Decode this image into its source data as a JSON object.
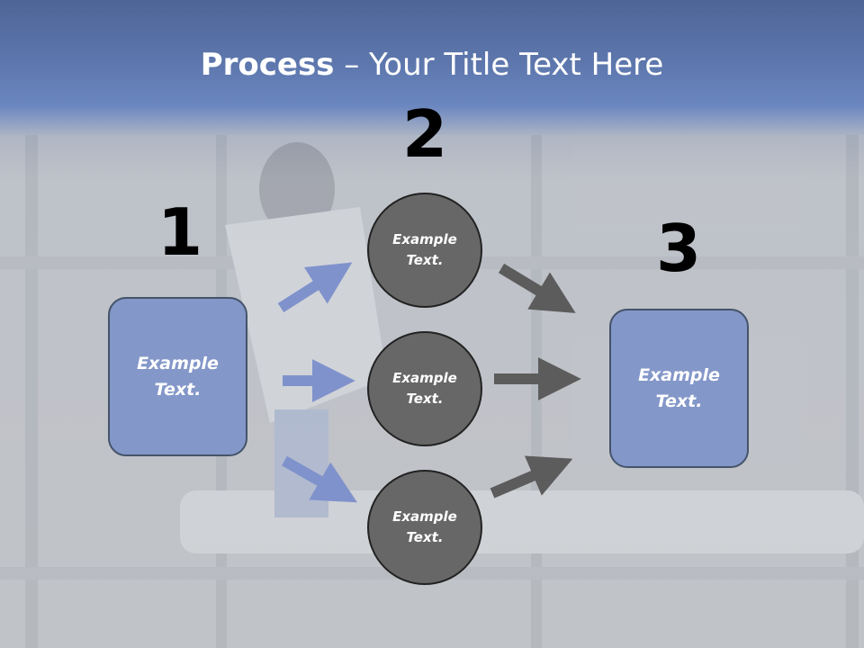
{
  "slide": {
    "title_bold": "Process",
    "title_rest": " – Your Title Text Here"
  },
  "steps": {
    "one": {
      "number": "1",
      "line1": "Example",
      "line2": "Text."
    },
    "two": {
      "number": "2"
    },
    "three": {
      "number": "3",
      "line1": "Example",
      "line2": "Text."
    }
  },
  "circles": [
    {
      "line1": "Example",
      "line2": "Text."
    },
    {
      "line1": "Example",
      "line2": "Text."
    },
    {
      "line1": "Example",
      "line2": "Text."
    }
  ],
  "colors": {
    "header_blue": "#5d77ad",
    "box_fill": "#8497c9",
    "circle_fill": "#676767",
    "blue_arrow": "#7f92cc",
    "gray_arrow": "#5c5c5c"
  }
}
